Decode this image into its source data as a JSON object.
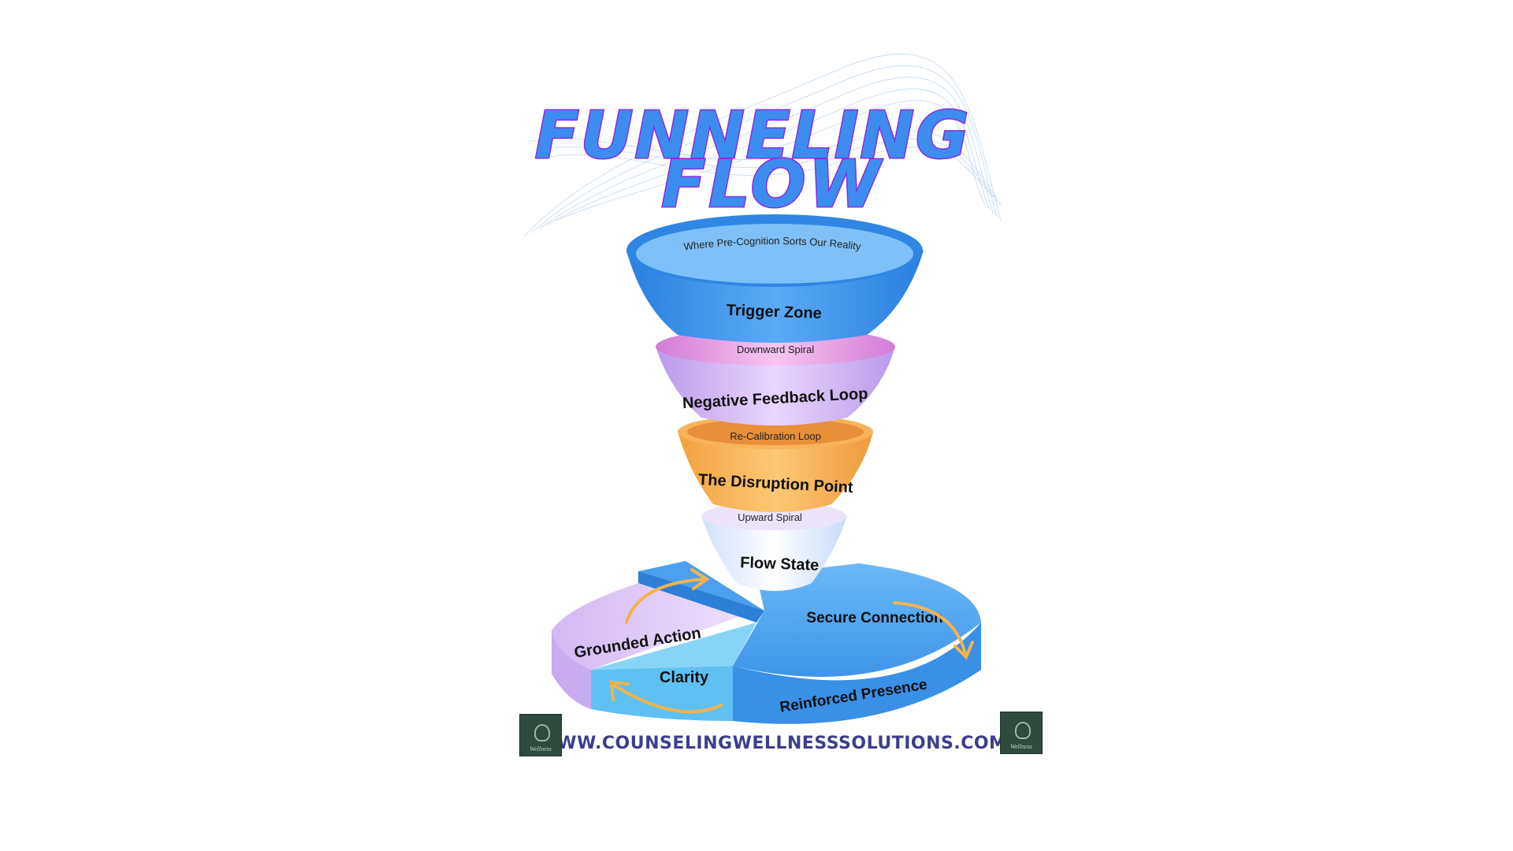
{
  "title": {
    "line1": "FUNNELING",
    "line2": "FLOW"
  },
  "funnel": {
    "tier1": {
      "subtitle": "Where Pre-Cognition Sorts Our Reality",
      "label": "Trigger Zone",
      "color": "#3b8fe8"
    },
    "tier2": {
      "subtitle": "Downward Spiral",
      "label": "Negative Feedback Loop",
      "color": "#c9a0f0"
    },
    "tier3": {
      "subtitle": "Re-Calibration Loop",
      "label": "The Disruption Point",
      "color": "#f5a94a"
    },
    "tier4": {
      "subtitle": "Upward Spiral",
      "label": "Flow State",
      "color": "#d7e6fb"
    }
  },
  "base": {
    "grounded_action": "Grounded Action",
    "clarity": "Clarity",
    "secure_connection": "Secure Connection",
    "reinforced_presence": "Reinforced Presence",
    "arrow_color": "#f5b24d"
  },
  "footer": {
    "url": "WWW.COUNSELINGWELLNESSSOLUTIONS.COM",
    "logo_text": "Wellness"
  }
}
